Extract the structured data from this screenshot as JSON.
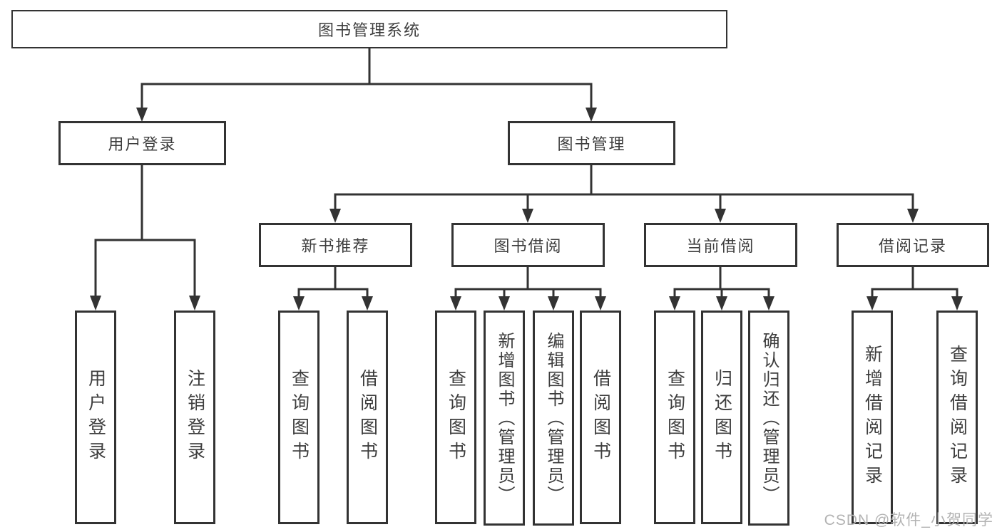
{
  "tree": {
    "label": "图书管理系统",
    "children": [
      {
        "label": "用户登录",
        "children": [
          {
            "label": "用户登录"
          },
          {
            "label": "注销登录"
          }
        ]
      },
      {
        "label": "图书管理",
        "children": [
          {
            "label": "新书推荐",
            "children": [
              {
                "label": "查询图书"
              },
              {
                "label": "借阅图书"
              }
            ]
          },
          {
            "label": "图书借阅",
            "children": [
              {
                "label": "查询图书"
              },
              {
                "label": "新增图书（管理员）"
              },
              {
                "label": "编辑图书（管理员）"
              },
              {
                "label": "借阅图书"
              }
            ]
          },
          {
            "label": "当前借阅",
            "children": [
              {
                "label": "查询图书"
              },
              {
                "label": "归还图书"
              },
              {
                "label": "确认归还（管理员）"
              }
            ]
          },
          {
            "label": "借阅记录",
            "children": [
              {
                "label": "新增借阅记录"
              },
              {
                "label": "查询借阅记录"
              }
            ]
          }
        ]
      }
    ]
  },
  "watermark": {
    "text": "CSDN @软件_小贺同学"
  },
  "colors": {
    "line": "#333333",
    "box_border": "#333333",
    "text": "#3d3d3d",
    "watermark": "#b3b3b3",
    "background": "#ffffff"
  }
}
